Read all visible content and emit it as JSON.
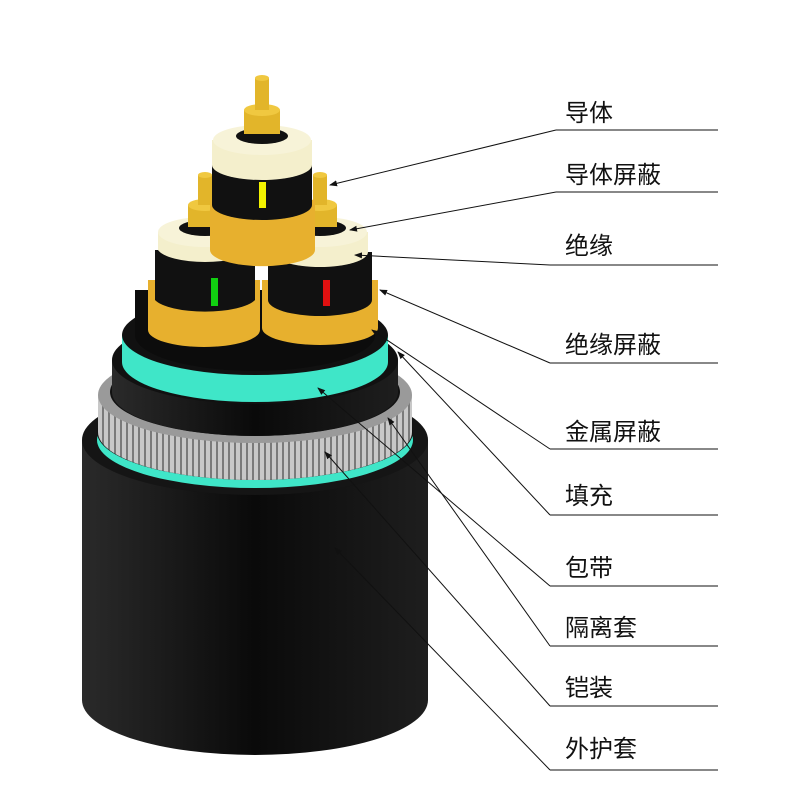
{
  "title_hidden": null,
  "labels": [
    {
      "text": "导体"
    },
    {
      "text": "导体屏蔽"
    },
    {
      "text": "绝缘"
    },
    {
      "text": "绝缘屏蔽"
    },
    {
      "text": "金属屏蔽"
    },
    {
      "text": "填充"
    },
    {
      "text": "包带"
    },
    {
      "text": "隔离套"
    },
    {
      "text": "铠装"
    },
    {
      "text": "外护套"
    }
  ],
  "colors": {
    "sheath": "#111111",
    "band": "#3fe6c8",
    "armor": "#b8b8b8",
    "conductor": "#e2b52a",
    "insulation": "#f4efcc",
    "screen": "#e7b02e",
    "phase_yellow": "#f2f200",
    "phase_green": "#11d011",
    "phase_red": "#e01010"
  }
}
